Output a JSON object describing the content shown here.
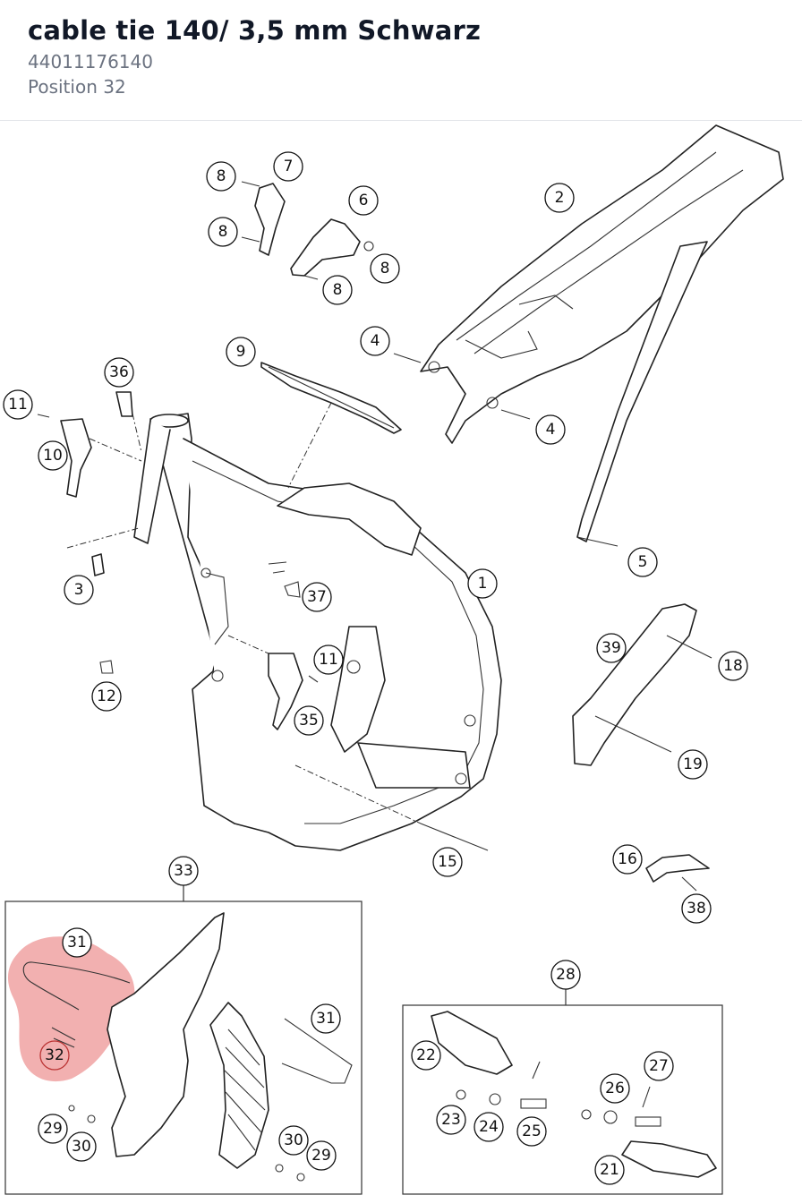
{
  "header": {
    "title": "cable tie 140/ 3,5 mm Schwarz",
    "part_number": "44011176140",
    "position": "Position 32"
  },
  "highlight": {
    "position_label": "32",
    "color": "#e05a5a"
  },
  "callouts": [
    {
      "id": "c8a",
      "label": "8"
    },
    {
      "id": "c7",
      "label": "7"
    },
    {
      "id": "c8b",
      "label": "8"
    },
    {
      "id": "c6",
      "label": "6"
    },
    {
      "id": "c8c",
      "label": "8"
    },
    {
      "id": "c8d",
      "label": "8"
    },
    {
      "id": "c2",
      "label": "2"
    },
    {
      "id": "c4a",
      "label": "4"
    },
    {
      "id": "c4b",
      "label": "4"
    },
    {
      "id": "c9",
      "label": "9"
    },
    {
      "id": "c36",
      "label": "36"
    },
    {
      "id": "c11a",
      "label": "11"
    },
    {
      "id": "c10",
      "label": "10"
    },
    {
      "id": "c3",
      "label": "3"
    },
    {
      "id": "c5",
      "label": "5"
    },
    {
      "id": "c1",
      "label": "1"
    },
    {
      "id": "c37",
      "label": "37"
    },
    {
      "id": "c11b",
      "label": "11"
    },
    {
      "id": "c12",
      "label": "12"
    },
    {
      "id": "c35",
      "label": "35"
    },
    {
      "id": "c39",
      "label": "39"
    },
    {
      "id": "c18",
      "label": "18"
    },
    {
      "id": "c19",
      "label": "19"
    },
    {
      "id": "c15",
      "label": "15"
    },
    {
      "id": "c16",
      "label": "16"
    },
    {
      "id": "c38",
      "label": "38"
    },
    {
      "id": "c33",
      "label": "33"
    },
    {
      "id": "c31a",
      "label": "31"
    },
    {
      "id": "c32",
      "label": "32"
    },
    {
      "id": "c31b",
      "label": "31"
    },
    {
      "id": "c29a",
      "label": "29"
    },
    {
      "id": "c30a",
      "label": "30"
    },
    {
      "id": "c30b",
      "label": "30"
    },
    {
      "id": "c29b",
      "label": "29"
    },
    {
      "id": "c28",
      "label": "28"
    },
    {
      "id": "c22",
      "label": "22"
    },
    {
      "id": "c27",
      "label": "27"
    },
    {
      "id": "c26",
      "label": "26"
    },
    {
      "id": "c23",
      "label": "23"
    },
    {
      "id": "c24",
      "label": "24"
    },
    {
      "id": "c25",
      "label": "25"
    },
    {
      "id": "c21",
      "label": "21"
    }
  ]
}
